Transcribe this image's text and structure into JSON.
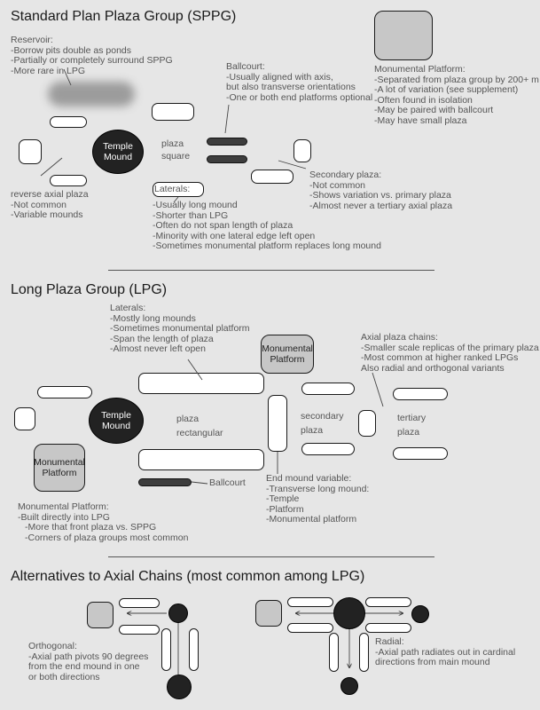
{
  "sppg": {
    "title": "Standard Plan Plaza Group (SPPG)",
    "reservoir": [
      "Reservoir:",
      "-Borrow pits double as ponds",
      "-Partially or completely surround SPPG",
      "-More rare in LPG"
    ],
    "ballcourt": [
      "Ballcourt:",
      "-Usually aligned with axis,",
      "but also transverse orientations",
      "-One or both end platforms optional"
    ],
    "monumental": [
      "Monumental Platform:",
      "-Separated from plaza group by 200+ m",
      "-A lot of variation (see supplement)",
      "-Often found in isolation",
      "-May be paired with ballcourt",
      "-May have small plaza"
    ],
    "temple_mound": "Temple\nMound",
    "plaza_label": [
      "plaza",
      "square"
    ],
    "reverse": [
      "reverse axial plaza",
      "-Not common",
      "-Variable mounds"
    ],
    "laterals_label": "Laterals:",
    "laterals": [
      "-Usually long mound",
      "-Shorter than LPG",
      "-Often do not span length of plaza",
      "-Minority with one lateral edge left open",
      "-Sometimes monumental platform replaces long mound"
    ],
    "secondary": [
      "Secondary plaza:",
      "-Not common",
      "-Shows variation vs. primary plaza",
      "-Almost never a tertiary axial plaza"
    ]
  },
  "lpg": {
    "title": "Long Plaza Group (LPG)",
    "laterals": [
      "Laterals:",
      "-Mostly long mounds",
      "-Sometimes monumental platform",
      "-Span the length of plaza",
      "-Almost never left open"
    ],
    "monumental_box": "Monumental\nPlatform",
    "axial_chains": [
      "Axial plaza chains:",
      "-Smaller scale replicas of the primary plaza",
      "-Most common at higher ranked LPGs",
      "Also radial and orthogonal variants"
    ],
    "temple_mound": "Temple\nMound",
    "plaza_label": [
      "plaza",
      "rectangular"
    ],
    "secondary_label": [
      "secondary",
      "plaza"
    ],
    "tertiary_label": [
      "tertiary",
      "plaza"
    ],
    "monumental_box2": "Monumental\nPlatform",
    "ballcourt_label": "Ballcourt",
    "end_mound": [
      "End mound variable:",
      "-Transverse long mound:",
      "-Temple",
      "-Platform",
      "-Monumental platform"
    ],
    "monumental_notes": [
      "Monumental Platform:",
      "-Built directly into LPG",
      "-More that front plaza vs. SPPG",
      "-Corners of plaza groups most common"
    ]
  },
  "alt": {
    "title": "Alternatives to Axial Chains (most common among LPG)",
    "orthogonal": [
      "Orthogonal:",
      "-Axial path pivots 90 degrees",
      "from the end mound in one",
      "or both directions"
    ],
    "radial": [
      "Radial:",
      "-Axial path radiates out in cardinal",
      "directions from main mound"
    ]
  }
}
